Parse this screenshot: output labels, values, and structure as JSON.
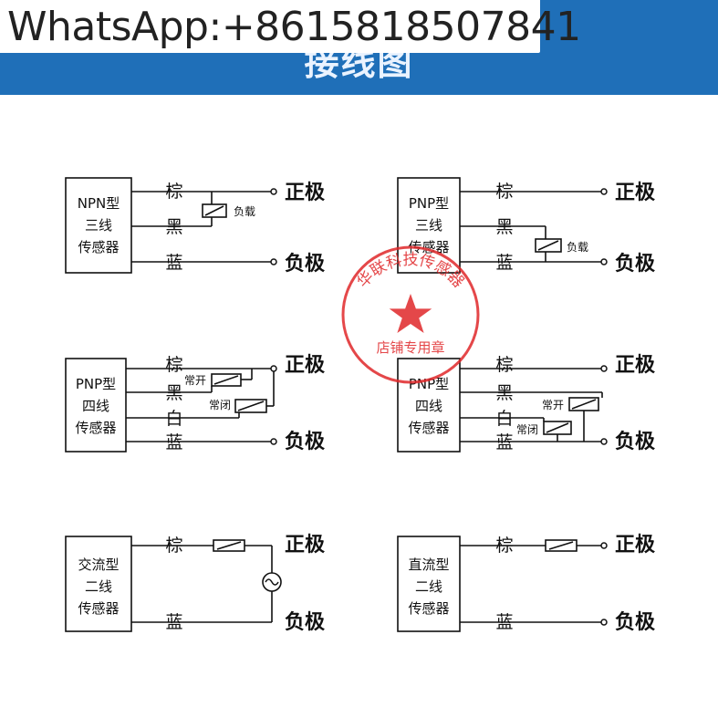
{
  "watermark": {
    "text": "WhatsApp:+8615818507841"
  },
  "header": {
    "title": "接线图"
  },
  "stamp": {
    "text": "华联科技传感器",
    "shop": "店铺专用章",
    "color": "#e0282a"
  },
  "colors": {
    "header_bg": "#1f6fb8",
    "line": "#111111"
  },
  "sensors": [
    {
      "id": "npn3",
      "label": [
        "NPN型",
        "三线",
        "传感器"
      ],
      "wires": [
        "棕",
        "黑",
        "蓝"
      ],
      "terminals": [
        "正极",
        "负极"
      ],
      "load": "负载"
    },
    {
      "id": "pnp3",
      "label": [
        "PNP型",
        "三线",
        "传感器"
      ],
      "wires": [
        "棕",
        "黑",
        "蓝"
      ],
      "terminals": [
        "正极",
        "负极"
      ],
      "load": "负载"
    },
    {
      "id": "pnp4a",
      "label": [
        "PNP型",
        "四线",
        "传感器"
      ],
      "wires": [
        "棕",
        "黑",
        "白",
        "蓝"
      ],
      "terminals": [
        "正极",
        "负极"
      ],
      "loads": [
        "常开",
        "常闭"
      ]
    },
    {
      "id": "pnp4b",
      "label": [
        "PNP型",
        "四线",
        "传感器"
      ],
      "wires": [
        "棕",
        "黑",
        "白",
        "蓝"
      ],
      "terminals": [
        "正极",
        "负极"
      ],
      "loads": [
        "常开",
        "常闭"
      ]
    },
    {
      "id": "ac2",
      "label": [
        "交流型",
        "二线",
        "传感器"
      ],
      "wires": [
        "棕",
        "蓝"
      ],
      "terminals": [
        "正极",
        "负极"
      ],
      "ac_source": "~"
    },
    {
      "id": "dc2",
      "label": [
        "直流型",
        "二线",
        "传感器"
      ],
      "wires": [
        "棕",
        "蓝"
      ],
      "terminals": [
        "正极",
        "负极"
      ]
    }
  ]
}
